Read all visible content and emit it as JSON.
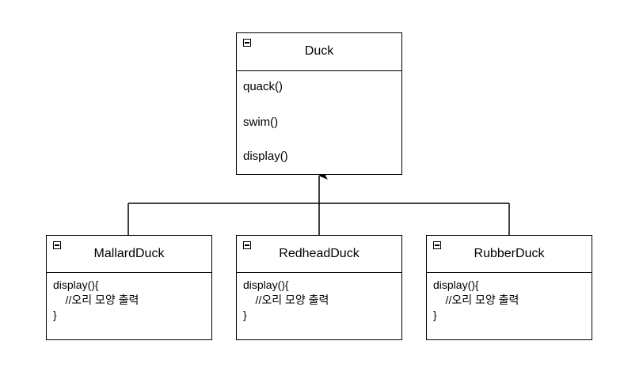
{
  "diagram": {
    "parent": {
      "name": "Duck",
      "methods": [
        "quack()",
        "swim()",
        "display()"
      ]
    },
    "children": [
      {
        "name": "MallardDuck",
        "body": "display(){\n    //오리 모양 출력\n}"
      },
      {
        "name": "RedheadDuck",
        "body": "display(){\n    //오리 모양 출력\n}"
      },
      {
        "name": "RubberDuck",
        "body": "display(){\n    //오리 모양 출력\n}"
      }
    ],
    "relationship": "inheritance"
  }
}
